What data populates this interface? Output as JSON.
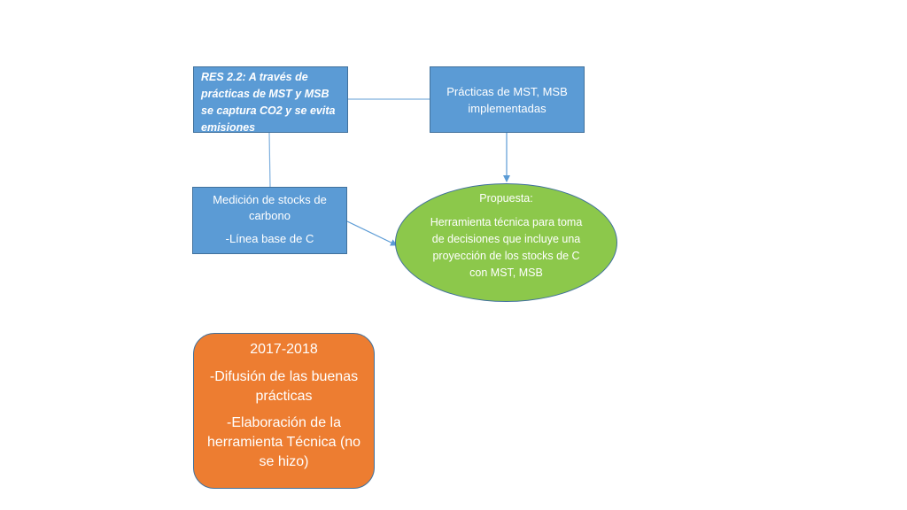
{
  "nodes": {
    "res": {
      "text": "RES 2.2: A través de prácticas de MST y MSB se captura CO2 y se evita emisiones"
    },
    "practicas": {
      "text": "Prácticas de MST, MSB implementadas"
    },
    "medicion": {
      "line1": "Medición de stocks de carbono",
      "line2": "-Línea base de C"
    },
    "propuesta": {
      "title": "Propuesta:",
      "body": "Herramienta técnica para toma de decisiones que incluye una proyección de los stocks de C con MST, MSB"
    },
    "timeline": {
      "period": "2017-2018",
      "item1": "-Difusión de las buenas prácticas",
      "item2": "-Elaboración de la herramienta Técnica (no se hizo)"
    }
  },
  "colors": {
    "blue_box": "#5b9bd5",
    "green_ellipse": "#8cc84b",
    "orange_box": "#ed7d31",
    "border": "#41719c"
  }
}
